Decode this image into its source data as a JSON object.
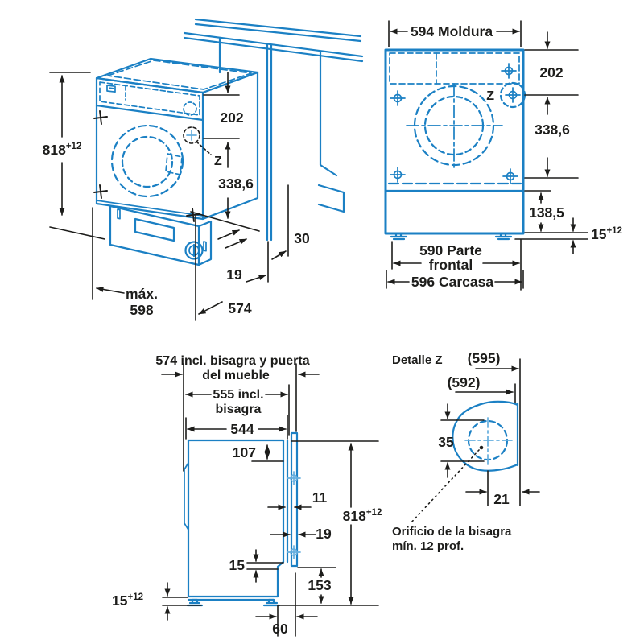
{
  "colors": {
    "line_blue": "#1b80c4",
    "line_light_blue": "#66aede",
    "ink": "#1d1d1b",
    "background": "#ffffff"
  },
  "iso": {
    "h818": {
      "v": "818",
      "sup": "+12"
    },
    "d202": "202",
    "z_ref": "Z",
    "d3386": "338,6",
    "d30": "30",
    "d19": "19",
    "max_l1": "máx.",
    "max_l2": "598",
    "d574": "574"
  },
  "front": {
    "moldura": "594 Moldura",
    "d202": "202",
    "z_ref": "Z",
    "d3386": "338,6",
    "d1385": "138,5",
    "feet": {
      "v": "15",
      "sup": "+12"
    },
    "frontal_l1": "590 Parte",
    "frontal_l2": "frontal",
    "carcasa": "596 Carcasa"
  },
  "side": {
    "l574_1": "574 incl. bisagra y puerta",
    "l574_2": "del mueble",
    "l555_1": "555 incl.",
    "l555_2": "bisagra",
    "d544": "544",
    "d107": "107",
    "d11": "11",
    "d19": "19",
    "d15": "15",
    "d153": "153",
    "d60": "60",
    "h818": {
      "v": "818",
      "sup": "+12"
    },
    "feet": {
      "v": "15",
      "sup": "+12"
    }
  },
  "detail": {
    "title": "Detalle Z",
    "d595": "(595)",
    "d592": "(592)",
    "d35": "35",
    "d21": "21",
    "note_1": "Orificio de la bisagra",
    "note_2": "mín. 12 prof."
  }
}
